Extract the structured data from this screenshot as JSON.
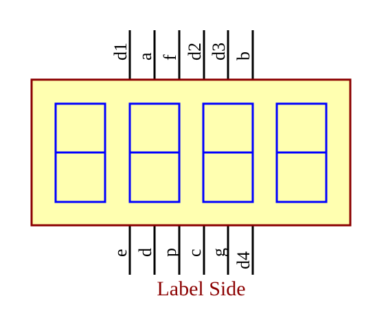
{
  "component": {
    "body_fill": "#ffffb0",
    "body_stroke": "#8b0000",
    "segment_stroke": "#0000ff",
    "pin_color": "#000000",
    "digit_count": 4
  },
  "pins_top": [
    "d1",
    "a",
    "f",
    "d2",
    "d3",
    "b"
  ],
  "pins_bottom": [
    "e",
    "d",
    "p",
    "c",
    "g",
    "d4"
  ],
  "caption": {
    "text": "Label Side",
    "color": "#8b0000"
  }
}
